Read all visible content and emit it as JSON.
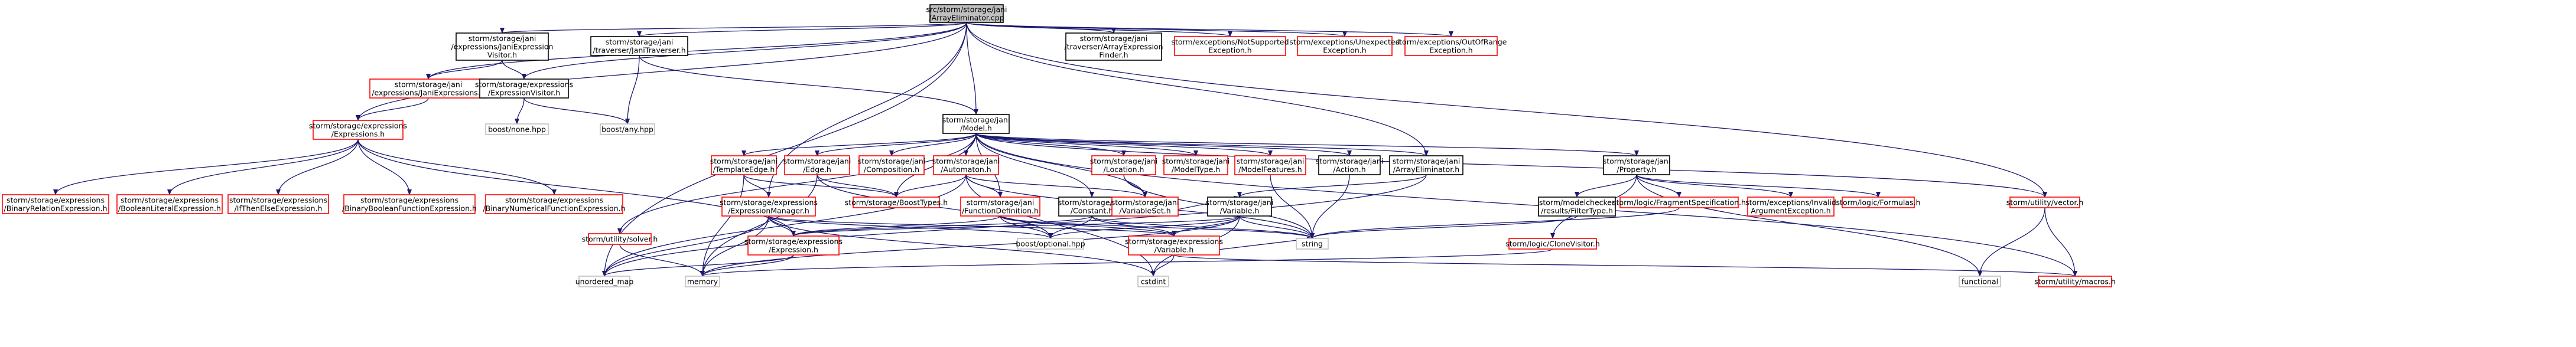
{
  "colors": {
    "root_fill": "#bfbfbf",
    "node_fill": "#ffffff",
    "internal_border": "#000000",
    "missing_border": "#ff0000",
    "external_border": "#bfbfbf",
    "text": "#000000",
    "edge": "#191970"
  },
  "nodes": [
    {
      "id": "root",
      "kind": "root",
      "lines": [
        "src/storm/storage/jani",
        "/ArrayEliminator.cpp"
      ]
    },
    {
      "id": "jexpvis",
      "kind": "internal",
      "lines": [
        "storm/storage/jani",
        "/expressions/JaniExpression",
        "Visitor.h"
      ]
    },
    {
      "id": "trav",
      "kind": "internal",
      "lines": [
        "storm/storage/jani",
        "/traverser/JaniTraverser.h"
      ]
    },
    {
      "id": "arrtrav",
      "kind": "internal",
      "lines": [
        "storm/storage/jani",
        "/traverser/ArrayExpression",
        "Finder.h"
      ]
    },
    {
      "id": "notsup",
      "kind": "missing",
      "lines": [
        "storm/exceptions/NotSupported",
        "Exception.h"
      ]
    },
    {
      "id": "unexp",
      "kind": "missing",
      "lines": [
        "storm/exceptions/Unexpected",
        "Exception.h"
      ]
    },
    {
      "id": "oor",
      "kind": "missing",
      "lines": [
        "storm/exceptions/OutOfRange",
        "Exception.h"
      ]
    },
    {
      "id": "jexpr",
      "kind": "missing",
      "lines": [
        "storm/storage/jani",
        "/expressions/JaniExpressions.h"
      ]
    },
    {
      "id": "expvis",
      "kind": "internal",
      "lines": [
        "storm/storage/expressions",
        "/ExpressionVisitor.h"
      ]
    },
    {
      "id": "model",
      "kind": "internal",
      "lines": [
        "storm/storage/jani",
        "/Model.h"
      ]
    },
    {
      "id": "exprs",
      "kind": "missing",
      "lines": [
        "storm/storage/expressions",
        "/Expressions.h"
      ]
    },
    {
      "id": "none",
      "kind": "external",
      "lines": [
        "boost/none.hpp"
      ]
    },
    {
      "id": "anyhpp",
      "kind": "external",
      "lines": [
        "boost/any.hpp"
      ]
    },
    {
      "id": "templ",
      "kind": "missing",
      "lines": [
        "storm/storage/jani",
        "/TemplateEdge.h"
      ]
    },
    {
      "id": "edge",
      "kind": "missing",
      "lines": [
        "storm/storage/jani",
        "/Edge.h"
      ]
    },
    {
      "id": "comp",
      "kind": "missing",
      "lines": [
        "storm/storage/jani",
        "/Composition.h"
      ]
    },
    {
      "id": "automaton",
      "kind": "missing",
      "lines": [
        "storm/storage/jani",
        "/Automaton.h"
      ]
    },
    {
      "id": "location",
      "kind": "missing",
      "lines": [
        "storm/storage/jani",
        "/Location.h"
      ]
    },
    {
      "id": "modeltype",
      "kind": "missing",
      "lines": [
        "storm/storage/jani",
        "/ModelType.h"
      ]
    },
    {
      "id": "modelfeat",
      "kind": "missing",
      "lines": [
        "storm/storage/jani",
        "/ModelFeatures.h"
      ]
    },
    {
      "id": "action",
      "kind": "internal",
      "lines": [
        "storm/storage/jani",
        "/Action.h"
      ]
    },
    {
      "id": "arrelim",
      "kind": "internal",
      "lines": [
        "storm/storage/jani",
        "/ArrayEliminator.h"
      ]
    },
    {
      "id": "property",
      "kind": "internal",
      "lines": [
        "storm/storage/jani",
        "/Property.h"
      ]
    },
    {
      "id": "binrel",
      "kind": "missing",
      "lines": [
        "storm/storage/expressions",
        "/BinaryRelationExpression.h"
      ]
    },
    {
      "id": "boollit",
      "kind": "missing",
      "lines": [
        "storm/storage/expressions",
        "/BooleanLiteralExpression.h"
      ]
    },
    {
      "id": "ite",
      "kind": "missing",
      "lines": [
        "storm/storage/expressions",
        "/IfThenElseExpression.h"
      ]
    },
    {
      "id": "binbool",
      "kind": "missing",
      "lines": [
        "storm/storage/expressions",
        "/BinaryBooleanFunctionExpression.h"
      ]
    },
    {
      "id": "binnum",
      "kind": "missing",
      "lines": [
        "storm/storage/expressions",
        "/BinaryNumericalFunctionExpression.h"
      ]
    },
    {
      "id": "boosttypes",
      "kind": "missing",
      "lines": [
        "storm/storage/BoostTypes.h"
      ]
    },
    {
      "id": "exprmgr",
      "kind": "missing",
      "lines": [
        "storm/storage/expressions",
        "/ExpressionManager.h"
      ]
    },
    {
      "id": "funcdef",
      "kind": "missing",
      "lines": [
        "storm/storage/jani",
        "/FunctionDefinition.h"
      ]
    },
    {
      "id": "constant",
      "kind": "internal",
      "lines": [
        "storm/storage/jani",
        "/Constant.h"
      ]
    },
    {
      "id": "varset",
      "kind": "missing",
      "lines": [
        "storm/storage/jani",
        "/VariableSet.h"
      ]
    },
    {
      "id": "variable",
      "kind": "internal",
      "lines": [
        "storm/storage/jani",
        "/Variable.h"
      ]
    },
    {
      "id": "filtertype",
      "kind": "internal",
      "lines": [
        "storm/modelchecker",
        "/results/FilterType.h"
      ]
    },
    {
      "id": "fragspec",
      "kind": "missing",
      "lines": [
        "storm/logic/FragmentSpecification.h"
      ]
    },
    {
      "id": "invarg",
      "kind": "missing",
      "lines": [
        "storm/exceptions/Invalid",
        "ArgumentException.h"
      ]
    },
    {
      "id": "formulas",
      "kind": "missing",
      "lines": [
        "storm/logic/Formulas.h"
      ]
    },
    {
      "id": "vector",
      "kind": "missing",
      "lines": [
        "storm/utility/vector.h"
      ]
    },
    {
      "id": "solver",
      "kind": "missing",
      "lines": [
        "storm/utility/solver.h"
      ]
    },
    {
      "id": "optional",
      "kind": "external",
      "lines": [
        "boost/optional.hpp"
      ]
    },
    {
      "id": "expression",
      "kind": "missing",
      "lines": [
        "storm/storage/expressions",
        "/Expression.h"
      ]
    },
    {
      "id": "exprvar",
      "kind": "missing",
      "lines": [
        "storm/storage/expressions",
        "/Variable.h"
      ]
    },
    {
      "id": "string",
      "kind": "external",
      "lines": [
        "string"
      ]
    },
    {
      "id": "clonevis",
      "kind": "missing",
      "lines": [
        "storm/logic/CloneVisitor.h"
      ]
    },
    {
      "id": "umap",
      "kind": "external",
      "lines": [
        "unordered_map"
      ]
    },
    {
      "id": "memory",
      "kind": "external",
      "lines": [
        "memory"
      ]
    },
    {
      "id": "cstdint",
      "kind": "external",
      "lines": [
        "cstdint"
      ]
    },
    {
      "id": "functional",
      "kind": "external",
      "lines": [
        "functional"
      ]
    },
    {
      "id": "macros",
      "kind": "missing",
      "lines": [
        "storm/utility/macros.h"
      ]
    }
  ],
  "edges": [
    [
      "root",
      "jexpvis"
    ],
    [
      "root",
      "trav"
    ],
    [
      "root",
      "arrtrav"
    ],
    [
      "root",
      "notsup"
    ],
    [
      "root",
      "unexp"
    ],
    [
      "root",
      "oor"
    ],
    [
      "root",
      "jexpr"
    ],
    [
      "root",
      "expvis"
    ],
    [
      "root",
      "exprs"
    ],
    [
      "root",
      "model"
    ],
    [
      "root",
      "arrelim"
    ],
    [
      "root",
      "umap"
    ],
    [
      "root",
      "exprmgr"
    ],
    [
      "root",
      "vector"
    ],
    [
      "jexpvis",
      "jexpr"
    ],
    [
      "jexpvis",
      "expvis"
    ],
    [
      "trav",
      "model"
    ],
    [
      "trav",
      "anyhpp"
    ],
    [
      "jexpr",
      "exprs"
    ],
    [
      "expvis",
      "none"
    ],
    [
      "expvis",
      "anyhpp"
    ],
    [
      "exprs",
      "binrel"
    ],
    [
      "exprs",
      "boollit"
    ],
    [
      "exprs",
      "ite"
    ],
    [
      "exprs",
      "binbool"
    ],
    [
      "exprs",
      "binnum"
    ],
    [
      "exprs",
      "expression"
    ],
    [
      "model",
      "templ"
    ],
    [
      "model",
      "edge"
    ],
    [
      "model",
      "comp"
    ],
    [
      "model",
      "automaton"
    ],
    [
      "model",
      "location"
    ],
    [
      "model",
      "modeltype"
    ],
    [
      "model",
      "modelfeat"
    ],
    [
      "model",
      "action"
    ],
    [
      "model",
      "arrelim"
    ],
    [
      "model",
      "property"
    ],
    [
      "model",
      "boosttypes"
    ],
    [
      "model",
      "funcdef"
    ],
    [
      "model",
      "constant"
    ],
    [
      "model",
      "varset"
    ],
    [
      "model",
      "solver"
    ],
    [
      "model",
      "vector"
    ],
    [
      "model",
      "macros"
    ],
    [
      "templ",
      "boosttypes"
    ],
    [
      "templ",
      "exprmgr"
    ],
    [
      "templ",
      "memory"
    ],
    [
      "edge",
      "boosttypes"
    ],
    [
      "edge",
      "memory"
    ],
    [
      "edge",
      "optional"
    ],
    [
      "automaton",
      "boosttypes"
    ],
    [
      "automaton",
      "funcdef"
    ],
    [
      "automaton",
      "varset"
    ],
    [
      "automaton",
      "umap"
    ],
    [
      "automaton",
      "cstdint"
    ],
    [
      "automaton",
      "string"
    ],
    [
      "location",
      "varset"
    ],
    [
      "location",
      "string"
    ],
    [
      "modelfeat",
      "string"
    ],
    [
      "action",
      "string"
    ],
    [
      "arrelim",
      "variable"
    ],
    [
      "arrelim",
      "umap"
    ],
    [
      "property",
      "filtertype"
    ],
    [
      "property",
      "fragspec"
    ],
    [
      "property",
      "invarg"
    ],
    [
      "property",
      "formulas"
    ],
    [
      "property",
      "clonevis"
    ],
    [
      "property",
      "functional"
    ],
    [
      "exprmgr",
      "expression"
    ],
    [
      "exprmgr",
      "exprvar"
    ],
    [
      "exprmgr",
      "umap"
    ],
    [
      "exprmgr",
      "memory"
    ],
    [
      "exprmgr",
      "cstdint"
    ],
    [
      "exprmgr",
      "optional"
    ],
    [
      "funcdef",
      "optional"
    ],
    [
      "funcdef",
      "expression"
    ],
    [
      "funcdef",
      "exprvar"
    ],
    [
      "funcdef",
      "string"
    ],
    [
      "constant",
      "expression"
    ],
    [
      "constant",
      "exprvar"
    ],
    [
      "constant",
      "optional"
    ],
    [
      "constant",
      "string"
    ],
    [
      "varset",
      "variable"
    ],
    [
      "variable",
      "exprvar"
    ],
    [
      "variable",
      "expression"
    ],
    [
      "variable",
      "optional"
    ],
    [
      "variable",
      "cstdint"
    ],
    [
      "variable",
      "string"
    ],
    [
      "variable",
      "memory"
    ],
    [
      "filtertype",
      "string"
    ],
    [
      "fragspec",
      "string"
    ],
    [
      "vector",
      "functional"
    ],
    [
      "vector",
      "macros"
    ],
    [
      "expression",
      "umap"
    ],
    [
      "expression",
      "memory"
    ],
    [
      "exprvar",
      "cstdint"
    ],
    [
      "exprvar",
      "string"
    ],
    [
      "exprvar",
      "macros"
    ],
    [
      "clonevis",
      "memory"
    ],
    [
      "solver",
      "memory"
    ]
  ]
}
